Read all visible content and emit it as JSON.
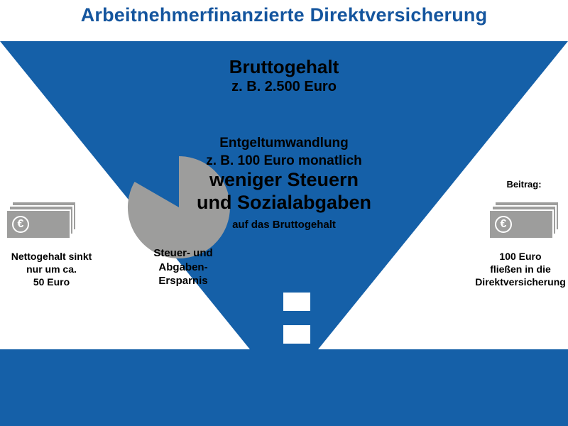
{
  "title": "Arbeitnehmerfinanzierte Direktversicherung",
  "colors": {
    "blue": "#1560a8",
    "gray": "#9d9d9c",
    "title_blue": "#14559e",
    "white": "#ffffff"
  },
  "funnel": {
    "gross": {
      "line1": "Bruttogehalt",
      "line2": "z. B. 2.500 Euro"
    },
    "conversion": {
      "line1": "Entgeltumwandlung",
      "line2": "z. B. 100 Euro monatlich"
    },
    "savings": {
      "line1": "weniger Steuern",
      "line2": "und Sozialabgaben",
      "line3": "auf das Bruttogehalt"
    }
  },
  "left": {
    "pie_label": {
      "line1": "Steuer- und",
      "line2": "Abgaben-",
      "line3": "Ersparnis"
    },
    "money_caption": {
      "line1": "Nettogehalt sinkt",
      "line2": "nur um ca.",
      "line3": "50 Euro"
    },
    "euro": "€"
  },
  "right": {
    "note": "Beitrag:",
    "money_caption": {
      "line1": "100 Euro",
      "line2": "fließen in die",
      "line3": "Direktversicherung"
    },
    "euro": "€"
  },
  "icons": {
    "equals": "equals-sign",
    "pie": "pie-chart",
    "money": "banknotes"
  }
}
